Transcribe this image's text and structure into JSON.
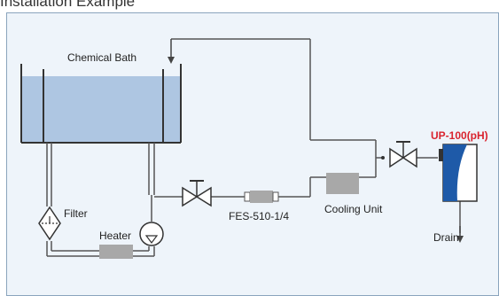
{
  "header": {
    "title": "Installation Example"
  },
  "labels": {
    "chemical_bath": "Chemical Bath",
    "filter": "Filter",
    "heater": "Heater",
    "fes": "FES-510-1/4",
    "cooling_unit": "Cooling Unit",
    "up100": "UP-100(pH)",
    "drain": "Drain"
  },
  "colors": {
    "frame_bg": "#eef4fa",
    "frame_border": "#8aa4bd",
    "liquid": "#aec6e2",
    "pipe": "#555555",
    "component_gray": "#a8a8a8",
    "sensor_blue": "#1e5aa8",
    "highlight_red": "#d9232e"
  }
}
